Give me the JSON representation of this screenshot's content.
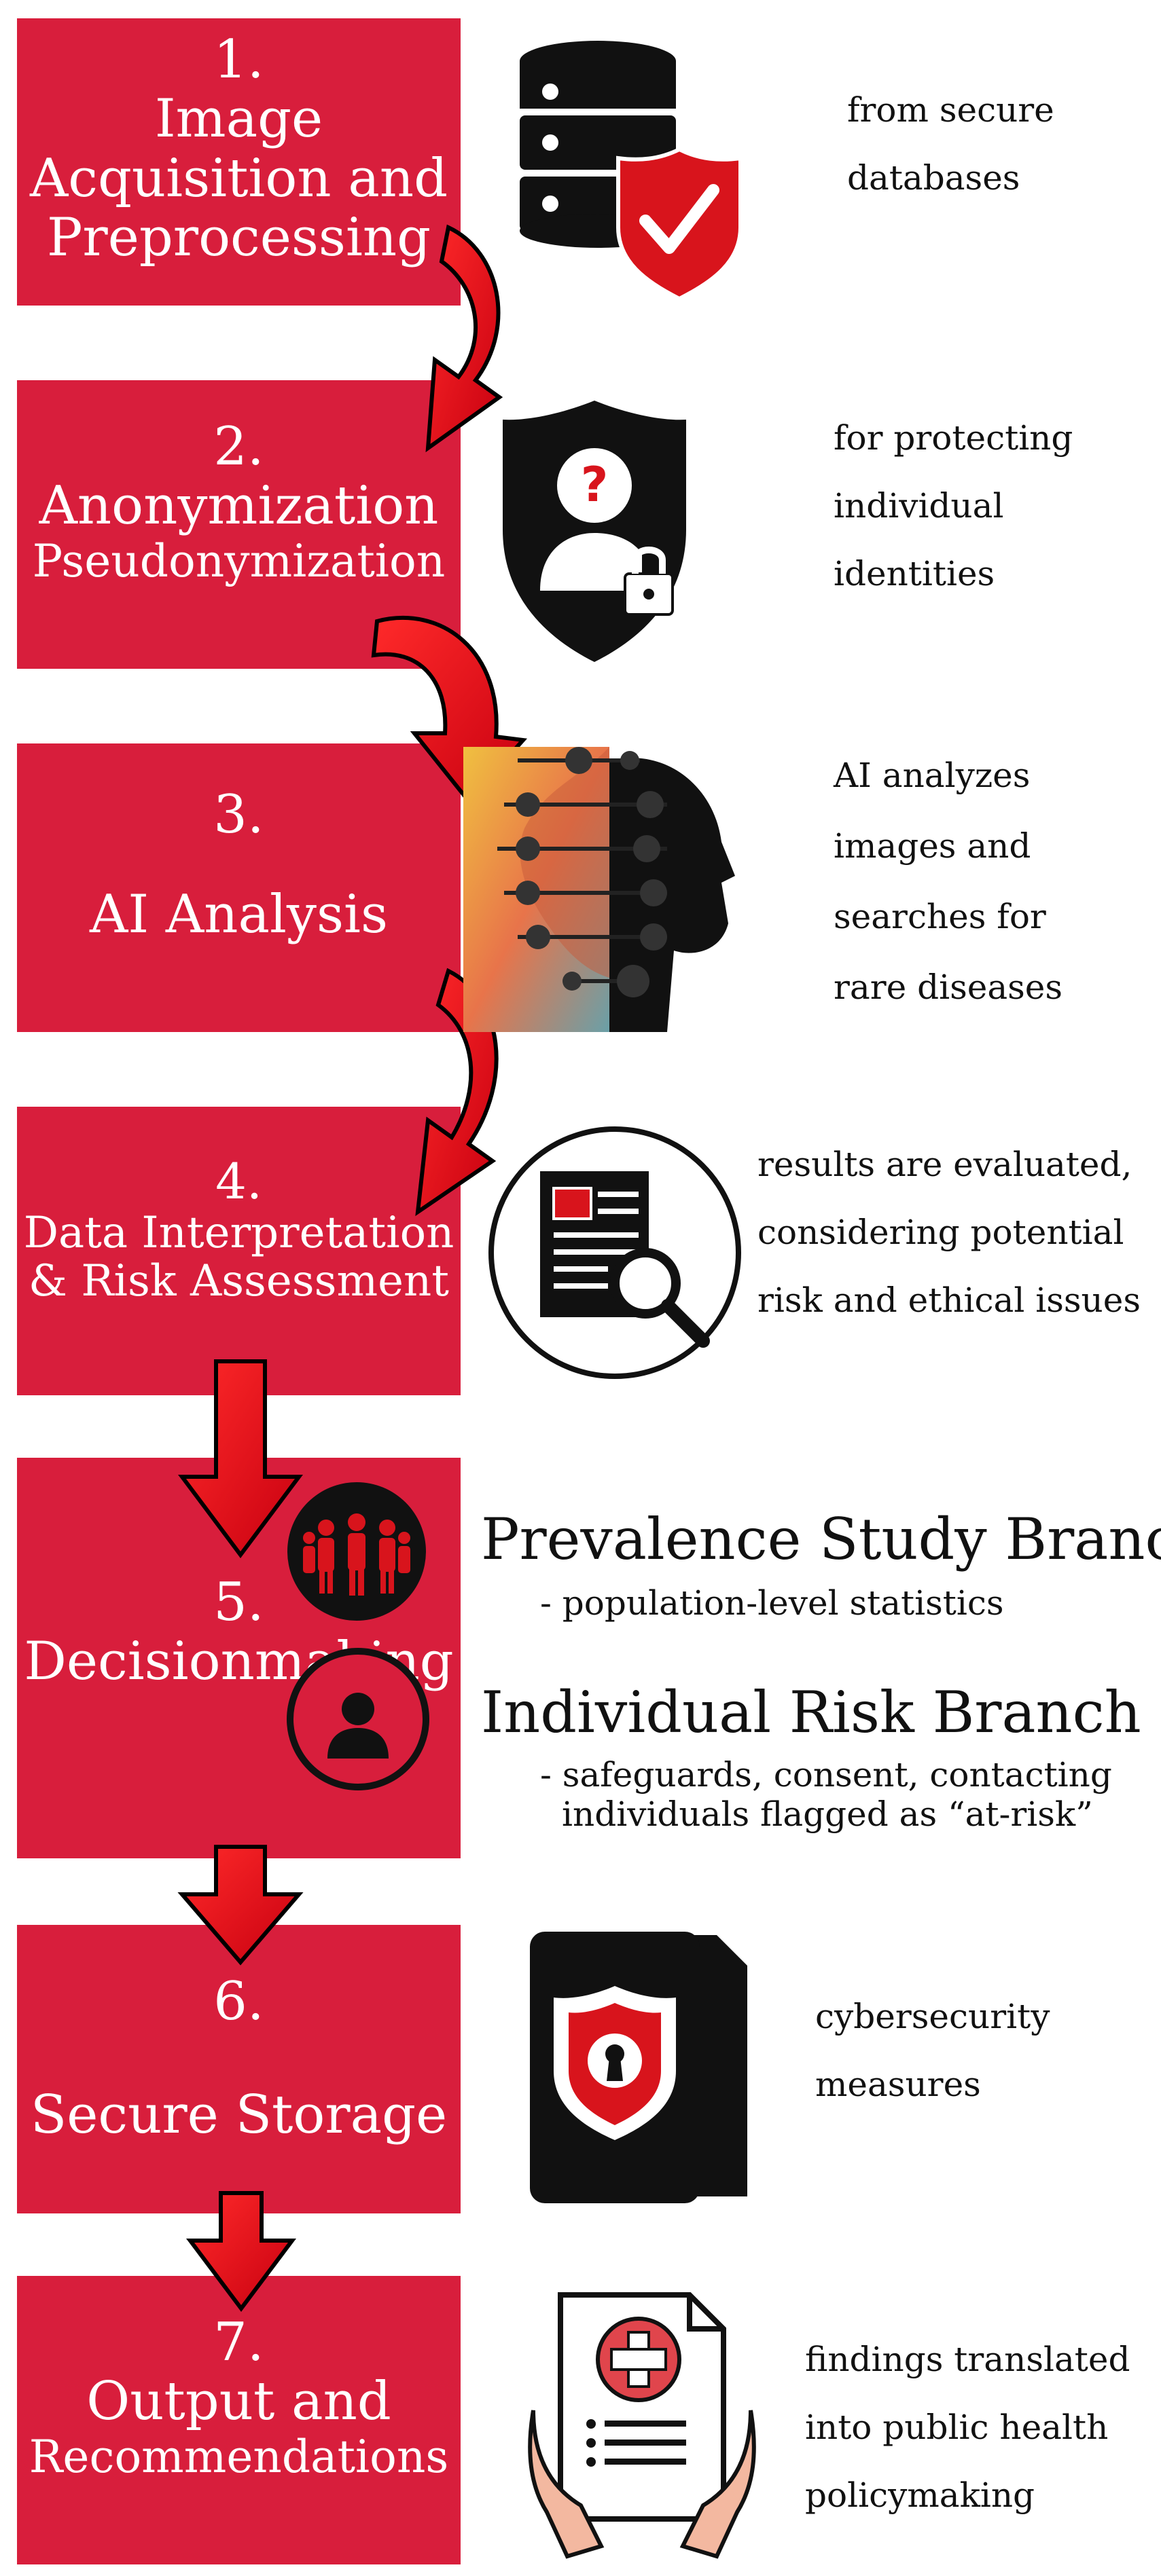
{
  "colors": {
    "accent": "#d81e3c",
    "icon": "#111111",
    "arrow": "#e51b23"
  },
  "steps": [
    {
      "number": "1.",
      "title_lines": [
        "Image",
        "Acquisition and",
        "Preprocessing"
      ],
      "icon": "database-shield-check-icon",
      "description_lines": [
        "from secure",
        "databases"
      ]
    },
    {
      "number": "2.",
      "title_lines": [
        "Anonymization",
        "Pseudonymization"
      ],
      "icon": "anonymous-user-shield-icon",
      "description_lines": [
        "for protecting",
        "individual",
        "identities"
      ]
    },
    {
      "number": "3.",
      "title_lines": [
        "AI Analysis"
      ],
      "icon": "face-scan-image-icon",
      "description_lines": [
        "AI analyzes",
        "images and",
        "searches for",
        "rare diseases"
      ]
    },
    {
      "number": "4.",
      "title_lines": [
        "Data Interpretation",
        "& Risk Assessment"
      ],
      "icon": "document-magnifier-icon",
      "description_lines": [
        "results are evaluated,",
        "considering potential",
        "risk and ethical issues"
      ]
    },
    {
      "number": "5.",
      "title_lines": [
        "Decisionmaking"
      ],
      "icon": "group-and-person-icons"
    },
    {
      "number": "6.",
      "title_lines": [
        "Secure Storage"
      ],
      "icon": "lock-shield-folder-icon",
      "description_lines": [
        "cybersecurity",
        "measures"
      ]
    },
    {
      "number": "7.",
      "title_lines": [
        "Output and",
        "Recommendations"
      ],
      "icon": "medical-report-hands-icon",
      "description_lines": [
        "findings translated",
        "into public health",
        "policymaking"
      ]
    }
  ],
  "branches": [
    {
      "title": "Prevalence Study Branch",
      "detail_lines": [
        "- population-level statistics"
      ]
    },
    {
      "title": "Individual Risk Branch",
      "detail_lines": [
        "- safeguards, consent, contacting",
        "individuals flagged as “at-risk”"
      ]
    }
  ]
}
